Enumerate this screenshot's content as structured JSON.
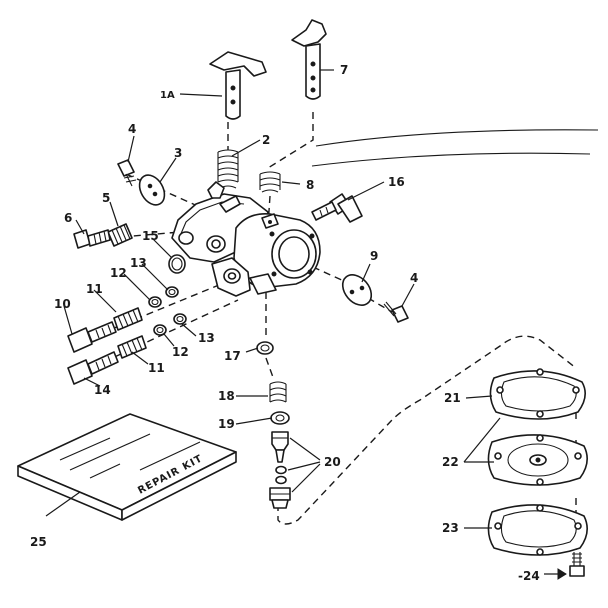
{
  "labels": {
    "p1a": "1A",
    "p2": "2",
    "p3": "3",
    "p4a": "4",
    "p4b": "4",
    "p5": "5",
    "p6": "6",
    "p7": "7",
    "p8": "8",
    "p9": "9",
    "p10": "10",
    "p11a": "11",
    "p11b": "11",
    "p12a": "12",
    "p12b": "12",
    "p13a": "13",
    "p13b": "13",
    "p14": "14",
    "p15": "15",
    "p16": "16",
    "p17": "17",
    "p18": "18",
    "p19": "19",
    "p20": "20",
    "p21": "21",
    "p22": "22",
    "p23": "23",
    "p24": "-24",
    "p25": "25"
  },
  "repair_kit_text": "REPAIR KIT",
  "line_color": "#1a1a1a",
  "background": "#ffffff"
}
